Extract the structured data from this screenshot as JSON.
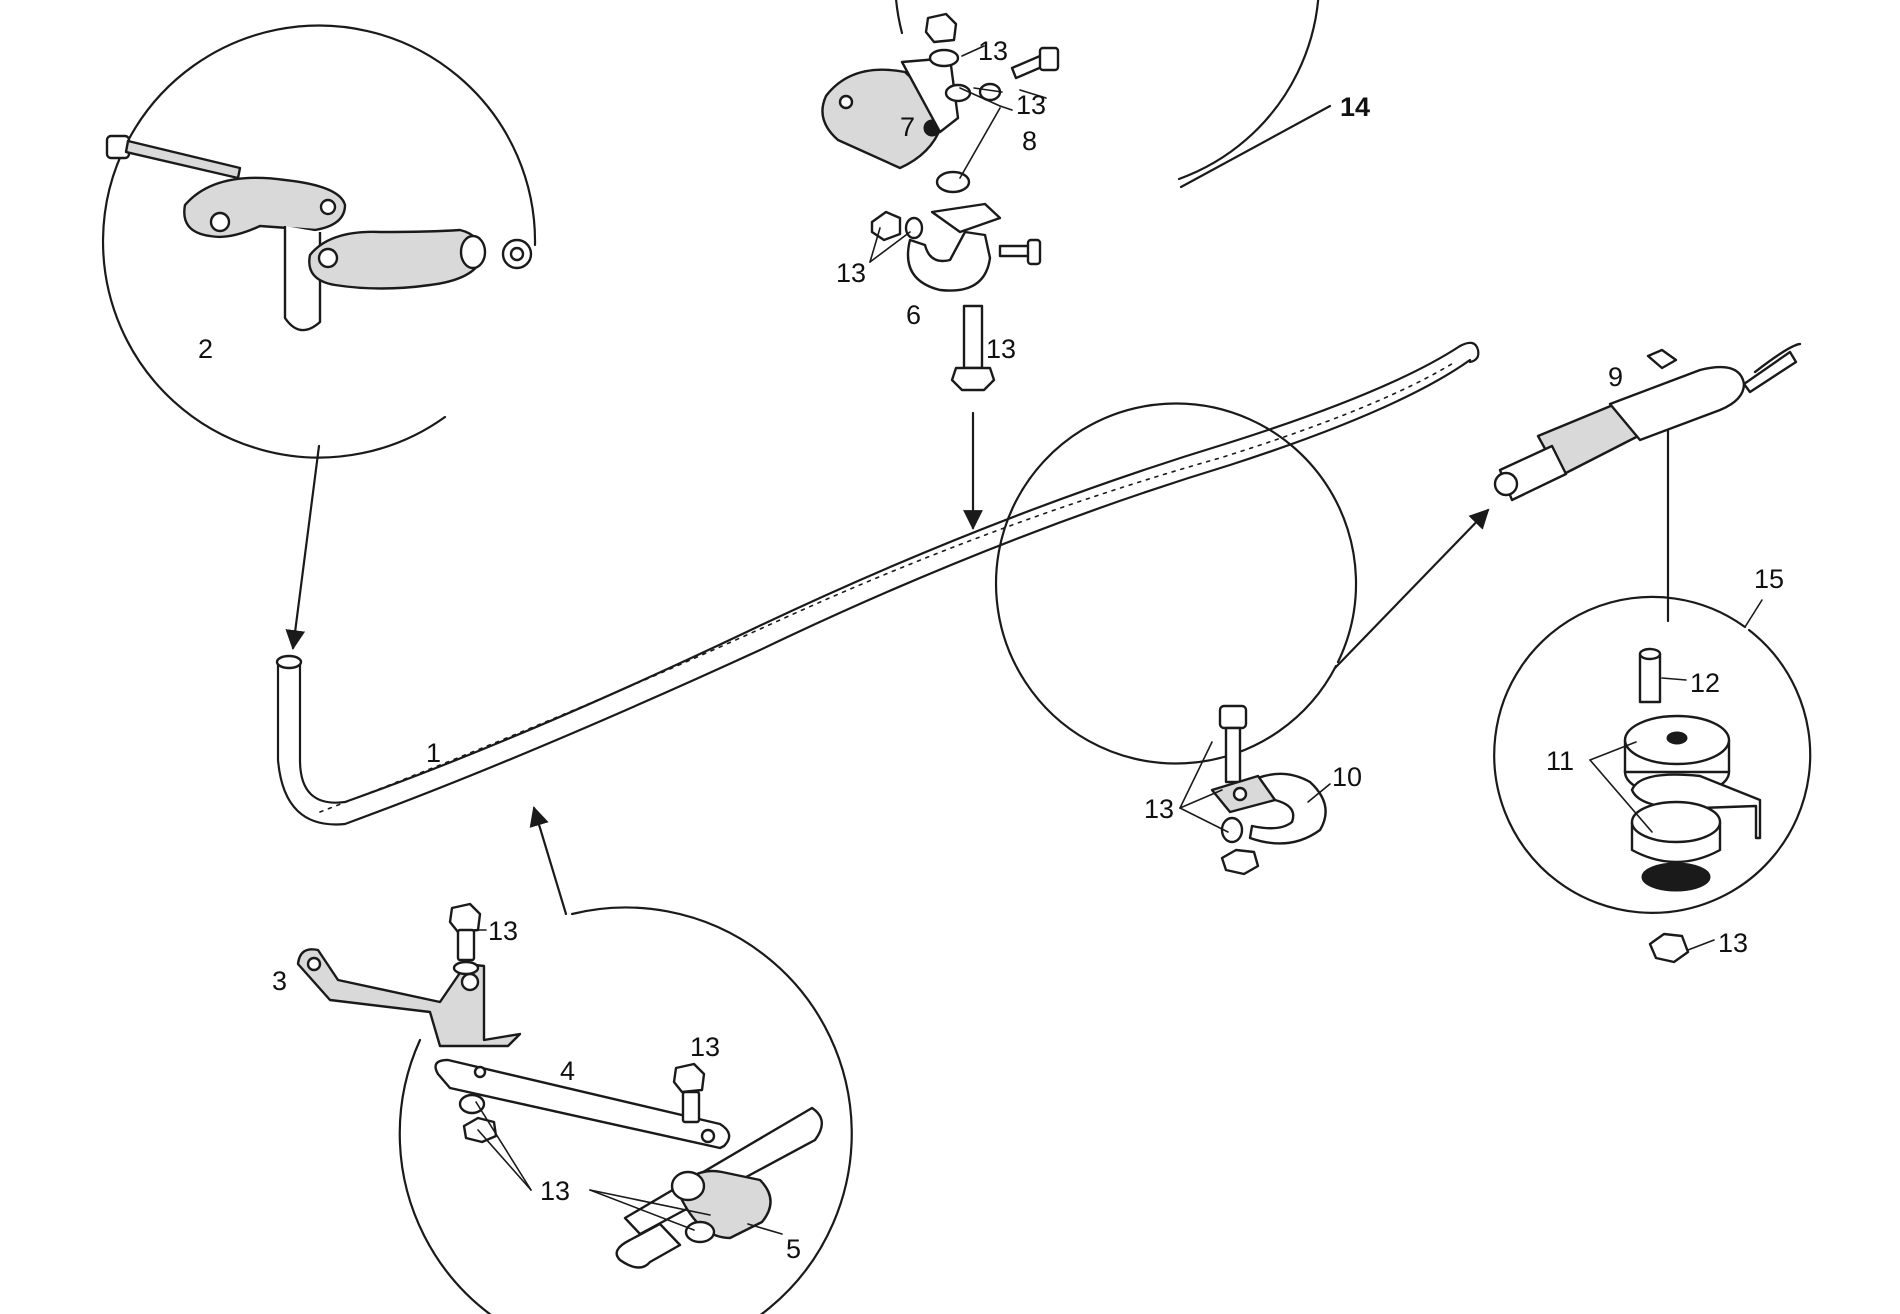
{
  "diagram": {
    "labels": {
      "l1": "1",
      "l2": "2",
      "l3": "3",
      "l4": "4",
      "l5": "5",
      "l6": "6",
      "l7": "7",
      "l8": "8",
      "l9": "9",
      "l10": "10",
      "l11": "11",
      "l12": "12",
      "l13": "13",
      "l14": "14",
      "l15": "15"
    }
  }
}
